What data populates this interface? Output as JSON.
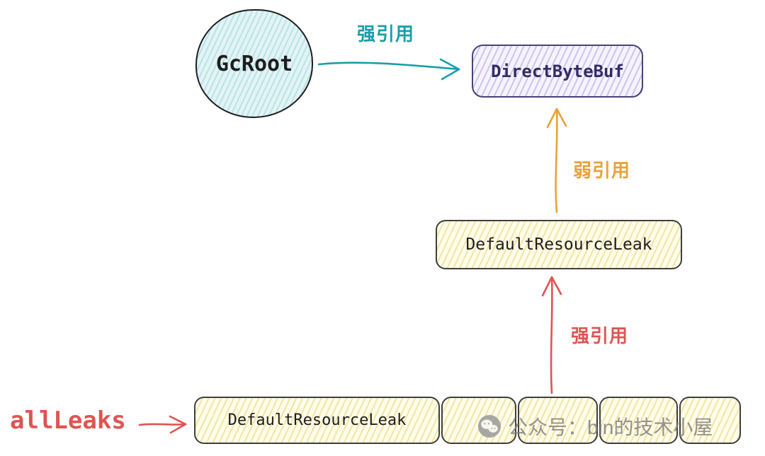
{
  "nodes": {
    "gcroot": "GcRoot",
    "direct_byte_buf": "DirectByteBuf",
    "tracked_leak": "DefaultResourceLeak",
    "list_leak": "DefaultResourceLeak"
  },
  "edges": {
    "strong_top": "强引用",
    "weak": "弱引用",
    "strong_bottom": "强引用"
  },
  "labels": {
    "all_leaks": "allLeaks"
  },
  "watermark": {
    "text": "公众号：bin的技术小屋"
  },
  "colors": {
    "teal": "#189fab",
    "orange": "#e9a23b",
    "red": "#df5452",
    "ink": "#1e1e1e",
    "purpleBorder": "#49427a",
    "purpleText": "#332d66",
    "yellowBorder": "#3f3f3f"
  }
}
